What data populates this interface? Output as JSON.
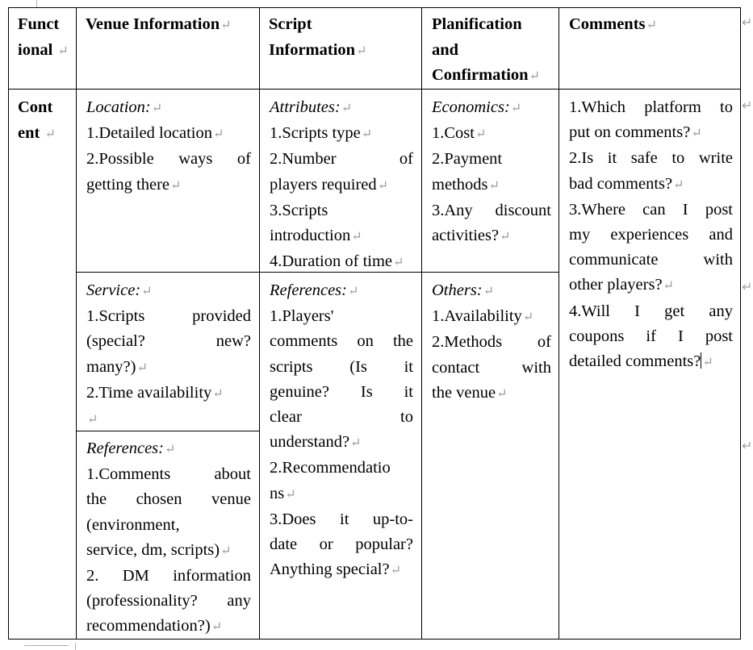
{
  "paragraph_mark": "↵",
  "header": {
    "functional": [
      "Funct",
      "ional"
    ],
    "venue": "Venue Information",
    "script": [
      "Script",
      "Information"
    ],
    "planification": [
      "Planification",
      "and",
      "Confirmation"
    ],
    "comments": "Comments"
  },
  "row_label": [
    "Cont",
    "ent"
  ],
  "venue": {
    "location": {
      "title": "Location:",
      "lines": [
        "1.Detailed location",
        "2.Possible ways of",
        "getting there"
      ]
    },
    "service": {
      "title": "Service:",
      "lines": [
        "1.Scripts provided",
        "(special? new?",
        "many?)",
        "2.Time availability",
        ""
      ]
    },
    "references": {
      "title": "References:",
      "lines": [
        "1.Comments about",
        "the chosen venue",
        "(environment,",
        "service, dm, scripts)",
        "2. DM information",
        "(professionality? any",
        "recommendation?)"
      ]
    }
  },
  "script": {
    "attributes": {
      "title": "Attributes:",
      "lines": [
        "1.Scripts type",
        "2.Number of",
        "players required",
        "3.Scripts",
        "introduction",
        "4.Duration of time"
      ]
    },
    "references": {
      "title": "References:",
      "lines": [
        "1.Players'",
        "comments on the",
        "scripts (Is it",
        "genuine? Is it",
        "clear to",
        "understand?",
        "2.Recommendatio",
        "ns",
        "3.Does it up-to-",
        "date or popular?",
        "Anything special?"
      ]
    }
  },
  "planification": {
    "economics": {
      "title": "Economics:",
      "lines": [
        "1.Cost",
        "2.Payment",
        "methods",
        "3.Any discount",
        "activities?"
      ]
    },
    "others": {
      "title": "Others:",
      "lines": [
        "1.Availability",
        "2.Methods of",
        "contact with",
        "the venue"
      ]
    }
  },
  "comments": {
    "lines": [
      "1.Which platform to",
      "put on comments?",
      "2.Is it safe to write",
      "bad comments?",
      "3.Where can I post",
      "my experiences and",
      "communicate with",
      "other players?",
      "4.Will I get any",
      "coupons if I post",
      "detailed comments?"
    ]
  }
}
